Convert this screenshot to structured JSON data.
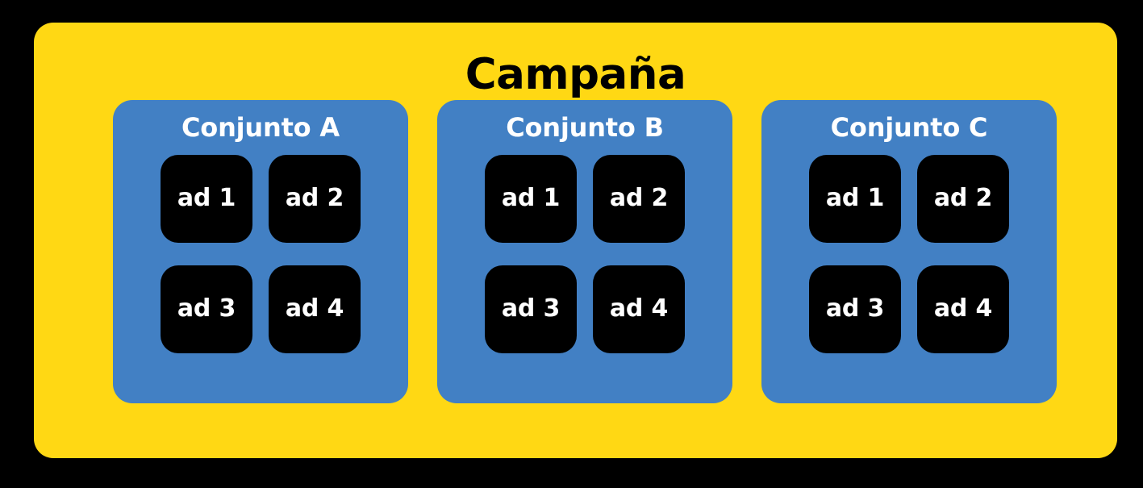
{
  "diagram": {
    "type": "hierarchy-containment",
    "background_color": "#000000",
    "campaign": {
      "title": "Campaña",
      "container_color": "#ffd814",
      "title_color": "#000000",
      "adsets": [
        {
          "title": "Conjunto A",
          "panel_color": "#4280c4",
          "title_color": "#ffffff",
          "ads": [
            {
              "label": "ad 1",
              "tile_color": "#000000",
              "label_color": "#ffffff"
            },
            {
              "label": "ad 2",
              "tile_color": "#000000",
              "label_color": "#ffffff"
            },
            {
              "label": "ad 3",
              "tile_color": "#000000",
              "label_color": "#ffffff"
            },
            {
              "label": "ad 4",
              "tile_color": "#000000",
              "label_color": "#ffffff"
            }
          ]
        },
        {
          "title": "Conjunto B",
          "panel_color": "#4280c4",
          "title_color": "#ffffff",
          "ads": [
            {
              "label": "ad 1",
              "tile_color": "#000000",
              "label_color": "#ffffff"
            },
            {
              "label": "ad 2",
              "tile_color": "#000000",
              "label_color": "#ffffff"
            },
            {
              "label": "ad 3",
              "tile_color": "#000000",
              "label_color": "#ffffff"
            },
            {
              "label": "ad 4",
              "tile_color": "#000000",
              "label_color": "#ffffff"
            }
          ]
        },
        {
          "title": "Conjunto C",
          "panel_color": "#4280c4",
          "title_color": "#ffffff",
          "ads": [
            {
              "label": "ad 1",
              "tile_color": "#000000",
              "label_color": "#ffffff"
            },
            {
              "label": "ad 2",
              "tile_color": "#000000",
              "label_color": "#ffffff"
            },
            {
              "label": "ad 3",
              "tile_color": "#000000",
              "label_color": "#ffffff"
            },
            {
              "label": "ad 4",
              "tile_color": "#000000",
              "label_color": "#ffffff"
            }
          ]
        }
      ]
    }
  }
}
